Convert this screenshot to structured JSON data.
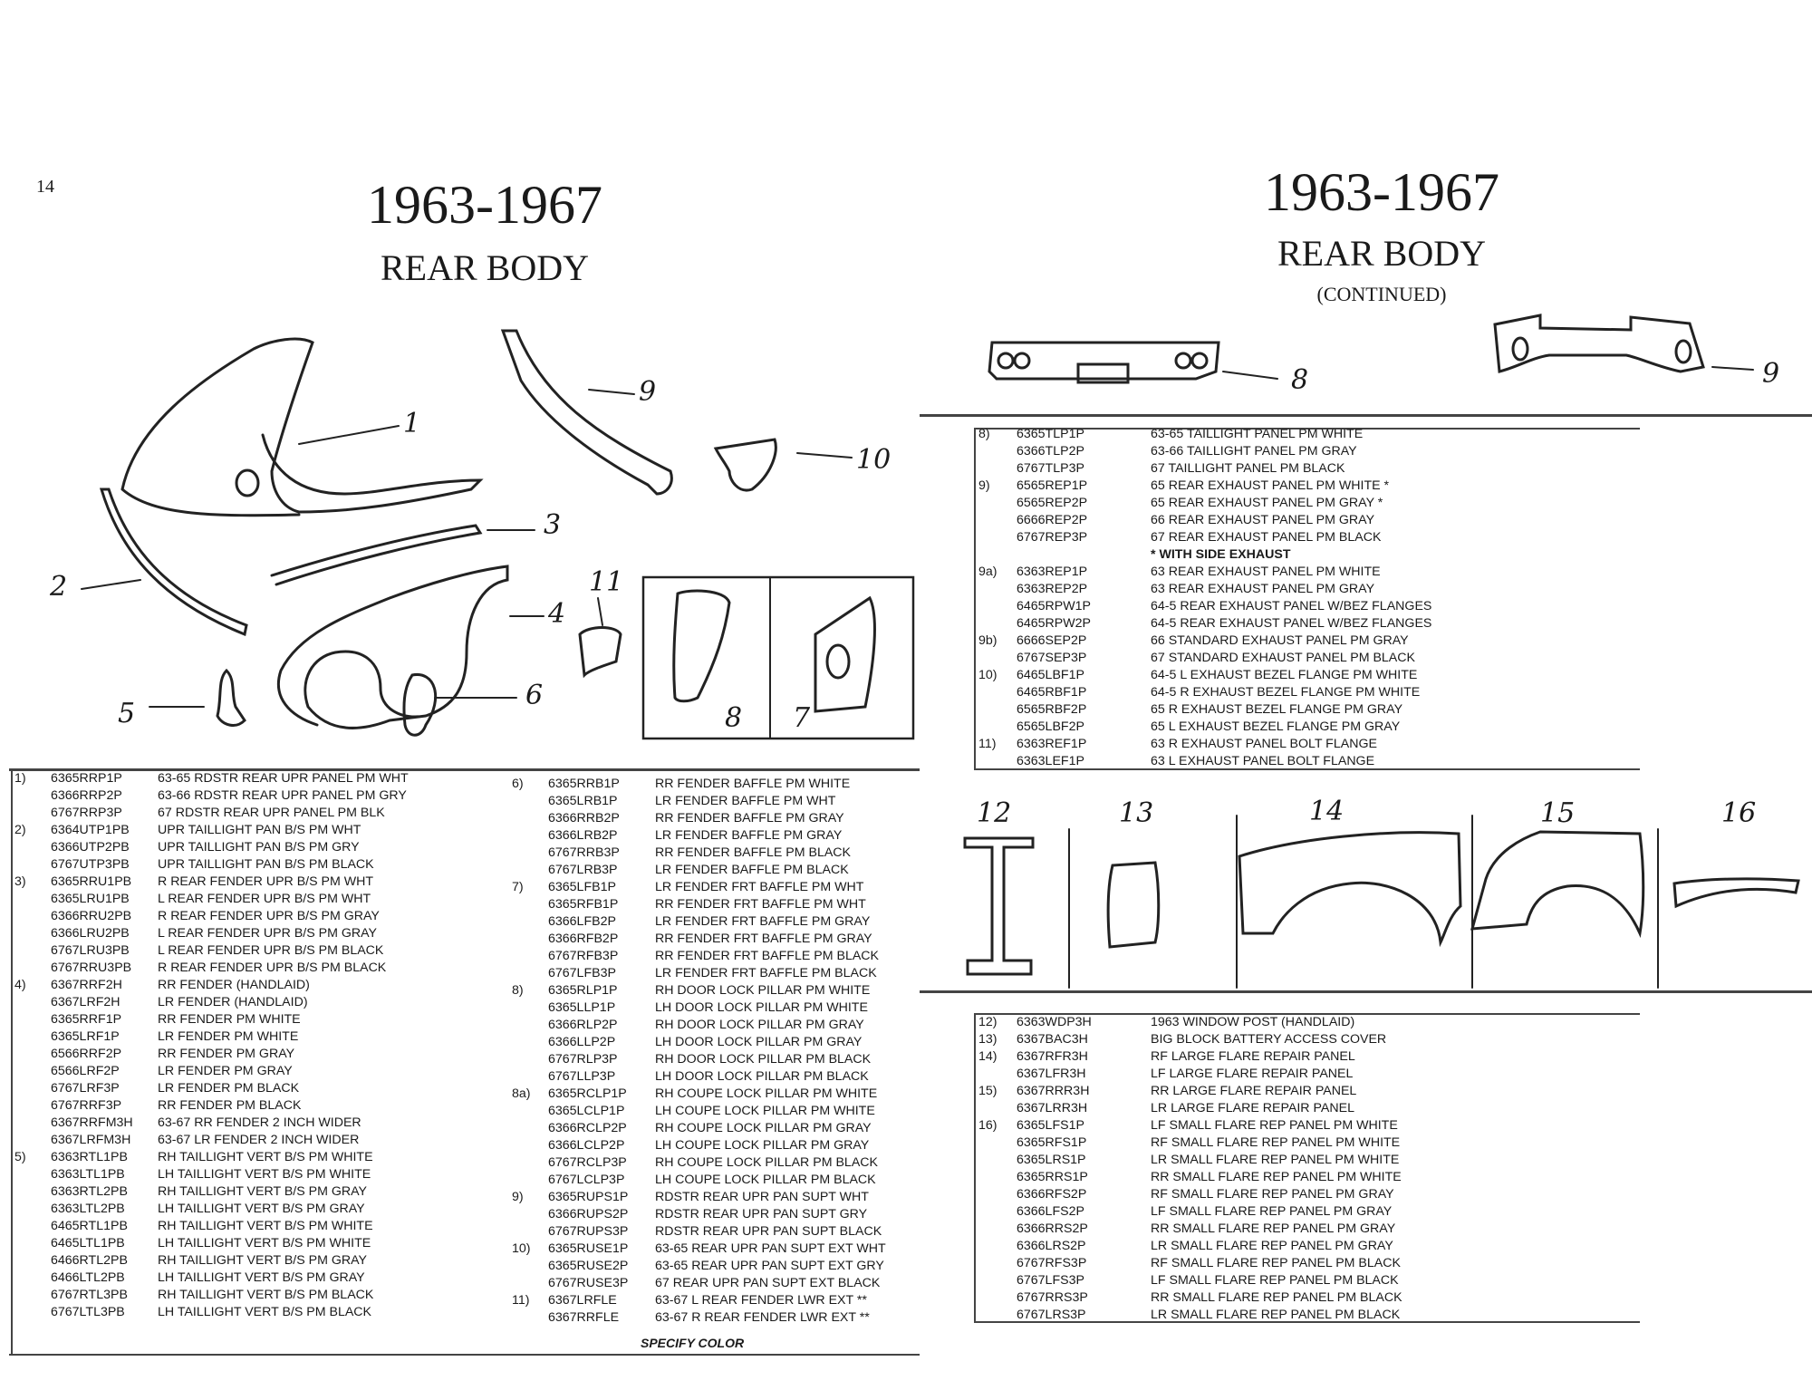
{
  "left_page": {
    "page_number": "14",
    "title": "1963-1967",
    "subtitle": "REAR BODY",
    "callouts": [
      "1",
      "2",
      "3",
      "4",
      "5",
      "6",
      "7",
      "8",
      "9",
      "10",
      "11"
    ],
    "col1": [
      {
        "num": "1)",
        "part": "6365RRP1P",
        "desc": "63-65 RDSTR REAR UPR PANEL PM WHT"
      },
      {
        "num": "",
        "part": "6366RRP2P",
        "desc": "63-66 RDSTR REAR UPR PANEL PM GRY"
      },
      {
        "num": "",
        "part": "6767RRP3P",
        "desc": "67 RDSTR REAR UPR PANEL PM BLK"
      },
      {
        "num": "2)",
        "part": "6364UTP1PB",
        "desc": "UPR TAILLIGHT PAN B/S PM WHT"
      },
      {
        "num": "",
        "part": "6366UTP2PB",
        "desc": "UPR TAILLIGHT PAN B/S PM GRY"
      },
      {
        "num": "",
        "part": "6767UTP3PB",
        "desc": "UPR TAILLIGHT PAN B/S PM BLACK"
      },
      {
        "num": "3)",
        "part": "6365RRU1PB",
        "desc": "R REAR FENDER UPR B/S PM WHT"
      },
      {
        "num": "",
        "part": "6365LRU1PB",
        "desc": "L REAR FENDER UPR B/S PM WHT"
      },
      {
        "num": "",
        "part": "6366RRU2PB",
        "desc": "R REAR FENDER UPR B/S PM GRAY"
      },
      {
        "num": "",
        "part": "6366LRU2PB",
        "desc": "L REAR FENDER UPR B/S PM GRAY"
      },
      {
        "num": "",
        "part": "6767LRU3PB",
        "desc": "L REAR FENDER UPR B/S PM BLACK"
      },
      {
        "num": "",
        "part": "6767RRU3PB",
        "desc": "R REAR FENDER UPR B/S PM BLACK"
      },
      {
        "num": "4)",
        "part": "6367RRF2H",
        "desc": "RR FENDER (HANDLAID)"
      },
      {
        "num": "",
        "part": "6367LRF2H",
        "desc": "LR FENDER (HANDLAID)"
      },
      {
        "num": "",
        "part": "6365RRF1P",
        "desc": "RR FENDER PM WHITE"
      },
      {
        "num": "",
        "part": "6365LRF1P",
        "desc": "LR FENDER PM WHITE"
      },
      {
        "num": "",
        "part": "6566RRF2P",
        "desc": "RR FENDER PM GRAY"
      },
      {
        "num": "",
        "part": "6566LRF2P",
        "desc": "LR FENDER PM GRAY"
      },
      {
        "num": "",
        "part": "6767LRF3P",
        "desc": "LR FENDER PM BLACK"
      },
      {
        "num": "",
        "part": "6767RRF3P",
        "desc": "RR FENDER PM BLACK"
      },
      {
        "num": "",
        "part": "6367RRFM3H",
        "desc": "63-67 RR FENDER 2 INCH WIDER"
      },
      {
        "num": "",
        "part": "6367LRFM3H",
        "desc": "63-67 LR FENDER 2 INCH WIDER"
      },
      {
        "num": "5)",
        "part": "6363RTL1PB",
        "desc": "RH TAILLIGHT VERT B/S PM WHITE"
      },
      {
        "num": "",
        "part": "6363LTL1PB",
        "desc": "LH TAILLIGHT VERT B/S PM WHITE"
      },
      {
        "num": "",
        "part": "6363RTL2PB",
        "desc": "RH TAILLIGHT VERT B/S PM GRAY"
      },
      {
        "num": "",
        "part": "6363LTL2PB",
        "desc": "LH TAILLIGHT VERT B/S PM GRAY"
      },
      {
        "num": "",
        "part": "6465RTL1PB",
        "desc": "RH TAILLIGHT VERT B/S PM WHITE"
      },
      {
        "num": "",
        "part": "6465LTL1PB",
        "desc": "LH TAILLIGHT VERT B/S PM WHITE"
      },
      {
        "num": "",
        "part": "6466RTL2PB",
        "desc": "RH TAILLIGHT VERT B/S PM GRAY"
      },
      {
        "num": "",
        "part": "6466LTL2PB",
        "desc": "LH TAILLIGHT VERT B/S PM GRAY"
      },
      {
        "num": "",
        "part": "6767RTL3PB",
        "desc": "RH TAILLIGHT VERT B/S PM BLACK"
      },
      {
        "num": "",
        "part": "6767LTL3PB",
        "desc": "LH TAILLIGHT VERT B/S PM BLACK"
      }
    ],
    "col2": [
      {
        "num": "6)",
        "part": "6365RRB1P",
        "desc": "RR FENDER BAFFLE PM WHITE"
      },
      {
        "num": "",
        "part": "6365LRB1P",
        "desc": "LR FENDER BAFFLE PM WHT"
      },
      {
        "num": "",
        "part": "6366RRB2P",
        "desc": "RR FENDER BAFFLE PM GRAY"
      },
      {
        "num": "",
        "part": "6366LRB2P",
        "desc": "LR FENDER BAFFLE PM GRAY"
      },
      {
        "num": "",
        "part": "6767RRB3P",
        "desc": "RR FENDER BAFFLE PM BLACK"
      },
      {
        "num": "",
        "part": "6767LRB3P",
        "desc": "LR FENDER BAFFLE PM BLACK"
      },
      {
        "num": "7)",
        "part": "6365LFB1P",
        "desc": "LR FENDER FRT BAFFLE PM WHT"
      },
      {
        "num": "",
        "part": "6365RFB1P",
        "desc": "RR FENDER FRT BAFFLE PM WHT"
      },
      {
        "num": "",
        "part": "6366LFB2P",
        "desc": "LR FENDER FRT BAFFLE PM GRAY"
      },
      {
        "num": "",
        "part": "6366RFB2P",
        "desc": "RR FENDER FRT BAFFLE PM GRAY"
      },
      {
        "num": "",
        "part": "6767RFB3P",
        "desc": "RR FENDER FRT BAFFLE PM BLACK"
      },
      {
        "num": "",
        "part": "6767LFB3P",
        "desc": "LR FENDER FRT BAFFLE PM BLACK"
      },
      {
        "num": "8)",
        "part": "6365RLP1P",
        "desc": "RH DOOR LOCK PILLAR PM WHITE"
      },
      {
        "num": "",
        "part": "6365LLP1P",
        "desc": "LH DOOR LOCK PILLAR PM WHITE"
      },
      {
        "num": "",
        "part": "6366RLP2P",
        "desc": "RH DOOR LOCK PILLAR PM GRAY"
      },
      {
        "num": "",
        "part": "6366LLP2P",
        "desc": "LH DOOR LOCK PILLAR PM GRAY"
      },
      {
        "num": "",
        "part": "6767RLP3P",
        "desc": "RH DOOR LOCK PILLAR PM BLACK"
      },
      {
        "num": "",
        "part": "6767LLP3P",
        "desc": "LH DOOR LOCK PILLAR PM BLACK"
      },
      {
        "num": "8a)",
        "part": "6365RCLP1P",
        "desc": "RH COUPE LOCK PILLAR PM WHITE"
      },
      {
        "num": "",
        "part": "6365LCLP1P",
        "desc": "LH COUPE LOCK PILLAR PM WHITE"
      },
      {
        "num": "",
        "part": "6366RCLP2P",
        "desc": "RH COUPE LOCK PILLAR PM GRAY"
      },
      {
        "num": "",
        "part": "6366LCLP2P",
        "desc": "LH COUPE LOCK PILLAR PM GRAY"
      },
      {
        "num": "",
        "part": "6767RCLP3P",
        "desc": "RH COUPE LOCK PILLAR PM BLACK"
      },
      {
        "num": "",
        "part": "6767LCLP3P",
        "desc": "LH COUPE LOCK PILLAR PM BLACK"
      },
      {
        "num": "9)",
        "part": "6365RUPS1P",
        "desc": "RDSTR REAR UPR PAN SUPT WHT"
      },
      {
        "num": "",
        "part": "6366RUPS2P",
        "desc": "RDSTR REAR UPR PAN SUPT GRY"
      },
      {
        "num": "",
        "part": "6767RUPS3P",
        "desc": "RDSTR REAR UPR PAN SUPT BLACK"
      },
      {
        "num": "10)",
        "part": "6365RUSE1P",
        "desc": "63-65 REAR UPR PAN SUPT EXT WHT"
      },
      {
        "num": "",
        "part": "6365RUSE2P",
        "desc": "63-65 REAR UPR PAN SUPT EXT GRY"
      },
      {
        "num": "",
        "part": "6767RUSE3P",
        "desc": "67 REAR UPR PAN SUPT EXT BLACK"
      },
      {
        "num": "11)",
        "part": "6367LRFLE",
        "desc": "63-67 L REAR FENDER LWR EXT **"
      },
      {
        "num": "",
        "part": "6367RRFLE",
        "desc": "63-67 R REAR FENDER LWR EXT **"
      }
    ],
    "specify_note": "SPECIFY COLOR"
  },
  "right_page": {
    "title": "1963-1967",
    "subtitle": "REAR BODY",
    "continued": "(CONTINUED)",
    "callouts_top": [
      "8",
      "9"
    ],
    "callouts_mid": [
      "12",
      "13",
      "14",
      "15",
      "16"
    ],
    "list1": [
      {
        "num": "8)",
        "part": "6365TLP1P",
        "desc": "63-65 TAILLIGHT PANEL PM WHITE"
      },
      {
        "num": "",
        "part": "6366TLP2P",
        "desc": "63-66 TAILLIGHT PANEL PM GRAY"
      },
      {
        "num": "",
        "part": "6767TLP3P",
        "desc": "67 TAILLIGHT PANEL PM BLACK"
      },
      {
        "num": "9)",
        "part": "6565REP1P",
        "desc": "65 REAR EXHAUST PANEL PM WHITE *"
      },
      {
        "num": "",
        "part": "6565REP2P",
        "desc": "65 REAR EXHAUST PANEL PM GRAY *"
      },
      {
        "num": "",
        "part": "6666REP2P",
        "desc": "66 REAR EXHAUST PANEL PM GRAY"
      },
      {
        "num": "",
        "part": "6767REP3P",
        "desc": "67 REAR EXHAUST PANEL PM BLACK"
      },
      {
        "num": "",
        "part": "",
        "desc": "* WITH SIDE EXHAUST",
        "note": true
      },
      {
        "num": "9a)",
        "part": "6363REP1P",
        "desc": "63 REAR EXHAUST PANEL PM WHITE"
      },
      {
        "num": "",
        "part": "6363REP2P",
        "desc": "63 REAR EXHAUST PANEL PM GRAY"
      },
      {
        "num": "",
        "part": "6465RPW1P",
        "desc": "64-5 REAR EXHAUST PANEL W/BEZ FLANGES"
      },
      {
        "num": "",
        "part": "6465RPW2P",
        "desc": "64-5 REAR EXHAUST PANEL W/BEZ FLANGES"
      },
      {
        "num": "9b)",
        "part": "6666SEP2P",
        "desc": "66 STANDARD EXHAUST PANEL PM GRAY"
      },
      {
        "num": "",
        "part": "6767SEP3P",
        "desc": "67 STANDARD EXHAUST PANEL PM BLACK"
      },
      {
        "num": "10)",
        "part": "6465LBF1P",
        "desc": "64-5 L EXHAUST BEZEL FLANGE PM WHITE"
      },
      {
        "num": "",
        "part": "6465RBF1P",
        "desc": "64-5 R EXHAUST BEZEL FLANGE PM WHITE"
      },
      {
        "num": "",
        "part": "6565RBF2P",
        "desc": "65 R EXHAUST BEZEL FLANGE PM GRAY"
      },
      {
        "num": "",
        "part": "6565LBF2P",
        "desc": "65 L EXHAUST BEZEL FLANGE PM GRAY"
      },
      {
        "num": "11)",
        "part": "6363REF1P",
        "desc": "63 R EXHAUST PANEL BOLT FLANGE"
      },
      {
        "num": "",
        "part": "6363LEF1P",
        "desc": "63 L EXHAUST PANEL BOLT FLANGE"
      }
    ],
    "list2": [
      {
        "num": "12)",
        "part": "6363WDP3H",
        "desc": "1963 WINDOW POST (HANDLAID)"
      },
      {
        "num": "13)",
        "part": "6367BAC3H",
        "desc": "BIG BLOCK BATTERY ACCESS COVER"
      },
      {
        "num": "14)",
        "part": "6367RFR3H",
        "desc": "RF LARGE FLARE REPAIR PANEL"
      },
      {
        "num": "",
        "part": "6367LFR3H",
        "desc": "LF LARGE FLARE REPAIR PANEL"
      },
      {
        "num": "15)",
        "part": "6367RRR3H",
        "desc": "RR LARGE FLARE REPAIR PANEL"
      },
      {
        "num": "",
        "part": "6367LRR3H",
        "desc": "LR LARGE FLARE REPAIR PANEL"
      },
      {
        "num": "16)",
        "part": "6365LFS1P",
        "desc": "LF SMALL FLARE REP PANEL PM WHITE"
      },
      {
        "num": "",
        "part": "6365RFS1P",
        "desc": "RF SMALL FLARE REP PANEL PM WHITE"
      },
      {
        "num": "",
        "part": "6365LRS1P",
        "desc": "LR SMALL FLARE REP PANEL PM WHITE"
      },
      {
        "num": "",
        "part": "6365RRS1P",
        "desc": "RR SMALL FLARE REP PANEL PM WHITE"
      },
      {
        "num": "",
        "part": "6366RFS2P",
        "desc": "RF SMALL FLARE REP PANEL PM GRAY"
      },
      {
        "num": "",
        "part": "6366LFS2P",
        "desc": "LF SMALL FLARE REP PANEL PM GRAY"
      },
      {
        "num": "",
        "part": "6366RRS2P",
        "desc": "RR SMALL FLARE REP PANEL PM GRAY"
      },
      {
        "num": "",
        "part": "6366LRS2P",
        "desc": "LR SMALL FLARE REP PANEL PM GRAY"
      },
      {
        "num": "",
        "part": "6767RFS3P",
        "desc": "RF SMALL FLARE REP PANEL PM BLACK"
      },
      {
        "num": "",
        "part": "6767LFS3P",
        "desc": "LF SMALL FLARE REP PANEL PM BLACK"
      },
      {
        "num": "",
        "part": "6767RRS3P",
        "desc": "RR SMALL FLARE REP PANEL PM BLACK"
      },
      {
        "num": "",
        "part": "6767LRS3P",
        "desc": "LR SMALL FLARE REP PANEL PM BLACK"
      }
    ]
  }
}
